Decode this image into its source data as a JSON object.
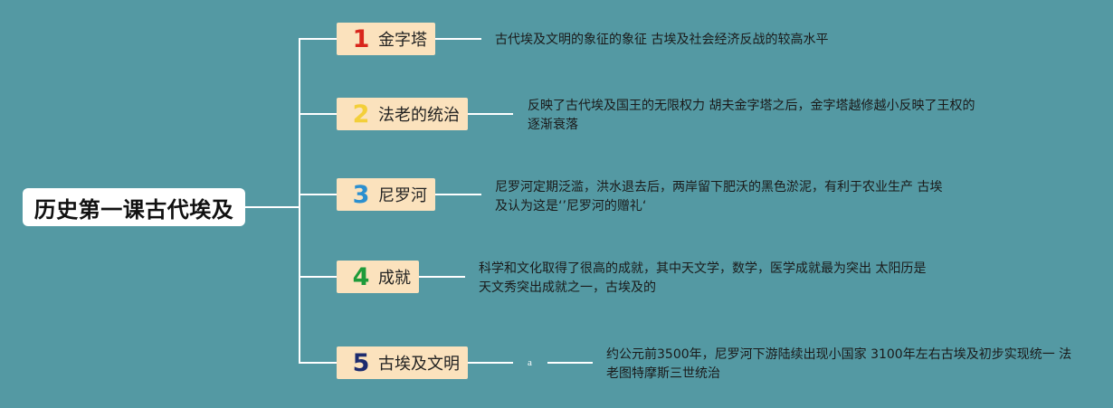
{
  "root": {
    "title": "历史第一课古代埃及"
  },
  "topics": [
    {
      "num": "1",
      "num_color": "#d9261c",
      "label": "金字塔",
      "desc": [
        "古代埃及文明的象征的象征 古埃及社会经济反战的较高水平"
      ]
    },
    {
      "num": "2",
      "num_color": "#f3cf3a",
      "label": "法老的统治",
      "desc": [
        "反映了古代埃及国王的无限权力 胡夫金字塔之后，金字塔越修越小反映了王权的",
        "逐渐衰落"
      ]
    },
    {
      "num": "3",
      "num_color": "#2b8fcf",
      "label": "尼罗河",
      "desc": [
        "尼罗河定期泛滥，洪水退去后，两岸留下肥沃的黑色淤泥，有利于农业生产 古埃",
        "及认为这是‘’尼罗河的赠礼‘"
      ]
    },
    {
      "num": "4",
      "num_color": "#1e9b3a",
      "label": "成就",
      "desc": [
        "科学和文化取得了很高的成就，其中天文学，数学，医学成就最为突出 太阳历是",
        "天文秀突出成就之一，古埃及的"
      ]
    },
    {
      "num": "5",
      "num_color": "#1d2b6e",
      "label": "古埃及文明",
      "mid_label": "a",
      "desc": [
        "约公元前3500年，尼罗河下游陆续出现小国家 3100年左右古埃及初步实现统一 法",
        "老图特摩斯三世统治"
      ]
    }
  ]
}
